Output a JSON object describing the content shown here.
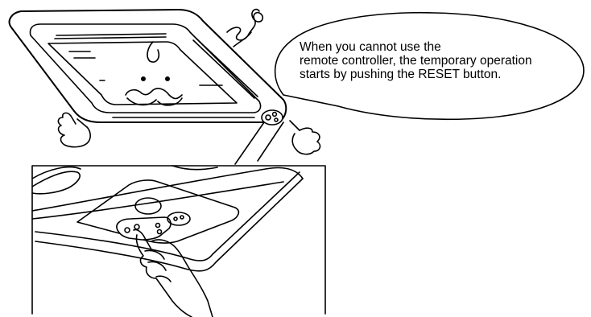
{
  "callout": {
    "line1": "When you cannot use the",
    "line2": "remote controller, the temporary operation",
    "line3": "starts by pushing the RESET button."
  },
  "colors": {
    "ink": "#000000",
    "paper": "#ffffff"
  },
  "icons": {
    "unit": "cassette-air-conditioner-icon",
    "hand": "pointing-hand-icon"
  }
}
